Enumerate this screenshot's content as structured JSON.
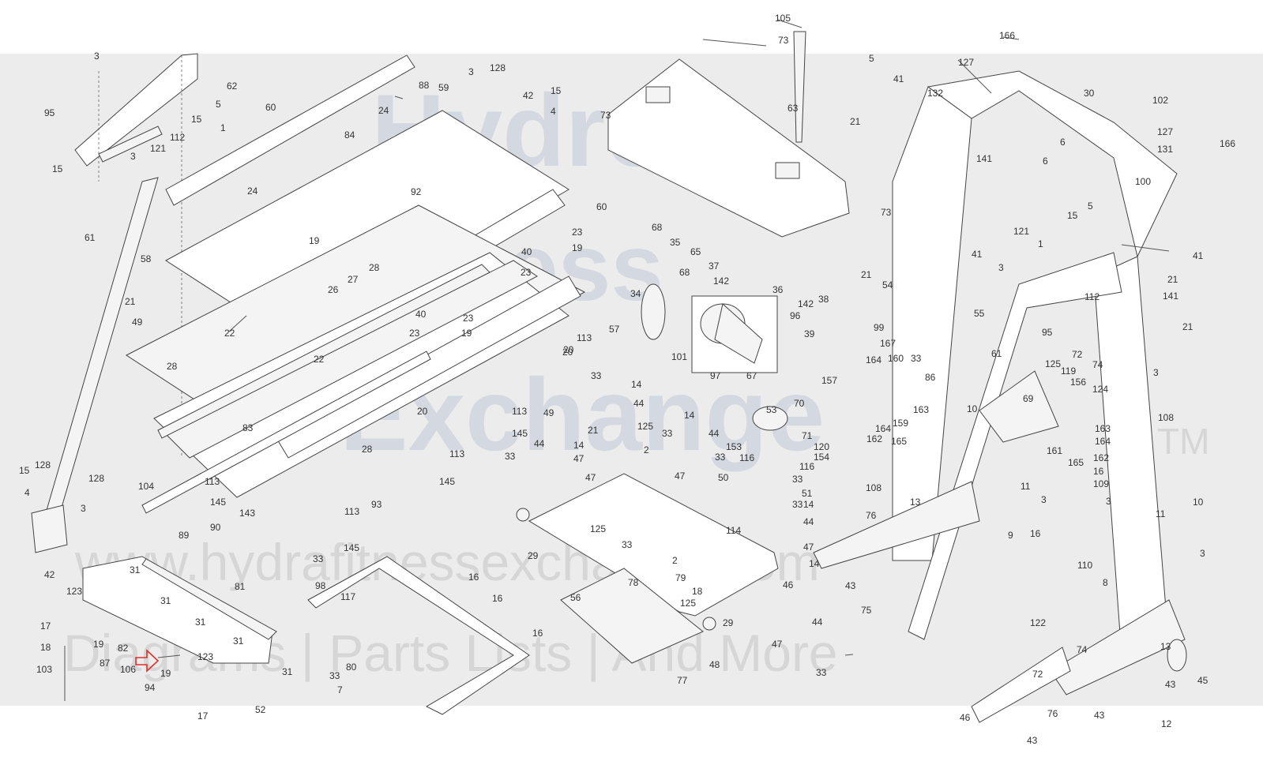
{
  "watermark": {
    "logo_line1": "Hydro",
    "logo_line2": "Fitness",
    "logo_line3": "Exchange",
    "trademark": "TM",
    "url": "www.hydrafitnessexchange.com",
    "tagline": "Diagrams | Parts Lists | And More"
  },
  "highlight": {
    "color": "#e0302a",
    "icon": "arrow-right-icon"
  },
  "callouts": [
    {
      "id": "c1",
      "text": "3"
    },
    {
      "id": "c2",
      "text": "62"
    },
    {
      "id": "c3",
      "text": "5"
    },
    {
      "id": "c4",
      "text": "95"
    },
    {
      "id": "c5",
      "text": "15"
    },
    {
      "id": "c6",
      "text": "1"
    },
    {
      "id": "c7",
      "text": "112"
    },
    {
      "id": "c8",
      "text": "121"
    },
    {
      "id": "c9",
      "text": "15"
    },
    {
      "id": "c10",
      "text": "3"
    },
    {
      "id": "c11",
      "text": "60"
    },
    {
      "id": "c12",
      "text": "84"
    },
    {
      "id": "c13",
      "text": "24"
    },
    {
      "id": "c14",
      "text": "88"
    },
    {
      "id": "c15",
      "text": "59"
    },
    {
      "id": "c16",
      "text": "3"
    },
    {
      "id": "c17",
      "text": "128"
    },
    {
      "id": "c18",
      "text": "42"
    },
    {
      "id": "c19",
      "text": "15"
    },
    {
      "id": "c20",
      "text": "4"
    },
    {
      "id": "c21",
      "text": "24"
    },
    {
      "id": "c22",
      "text": "92"
    },
    {
      "id": "c23",
      "text": "60"
    },
    {
      "id": "c24",
      "text": "61"
    },
    {
      "id": "c25",
      "text": "58"
    },
    {
      "id": "c26",
      "text": "19"
    },
    {
      "id": "c27",
      "text": "28"
    },
    {
      "id": "c28",
      "text": "27"
    },
    {
      "id": "c29",
      "text": "26"
    },
    {
      "id": "c30",
      "text": "23"
    },
    {
      "id": "c31",
      "text": "40"
    },
    {
      "id": "c32",
      "text": "19"
    },
    {
      "id": "c33",
      "text": "23"
    },
    {
      "id": "c34",
      "text": "21"
    },
    {
      "id": "c35",
      "text": "49"
    },
    {
      "id": "c36",
      "text": "22"
    },
    {
      "id": "c37",
      "text": "40"
    },
    {
      "id": "c38",
      "text": "23"
    },
    {
      "id": "c39",
      "text": "23"
    },
    {
      "id": "c40",
      "text": "19"
    },
    {
      "id": "c41",
      "text": "28"
    },
    {
      "id": "c42",
      "text": "22"
    },
    {
      "id": "c43",
      "text": "20"
    },
    {
      "id": "c44",
      "text": "83"
    },
    {
      "id": "c45",
      "text": "20"
    },
    {
      "id": "c46",
      "text": "28"
    },
    {
      "id": "c47",
      "text": "93"
    },
    {
      "id": "c48",
      "text": "15"
    },
    {
      "id": "c49",
      "text": "128"
    },
    {
      "id": "c50",
      "text": "128"
    },
    {
      "id": "c51",
      "text": "4"
    },
    {
      "id": "c52",
      "text": "3"
    },
    {
      "id": "c53",
      "text": "104"
    },
    {
      "id": "c54",
      "text": "113"
    },
    {
      "id": "c55",
      "text": "145"
    },
    {
      "id": "c56",
      "text": "143"
    },
    {
      "id": "c57",
      "text": "113"
    },
    {
      "id": "c58",
      "text": "145"
    },
    {
      "id": "c59",
      "text": "113"
    },
    {
      "id": "c60",
      "text": "145"
    },
    {
      "id": "c61",
      "text": "42"
    },
    {
      "id": "c62",
      "text": "89"
    },
    {
      "id": "c63",
      "text": "90"
    },
    {
      "id": "c64",
      "text": "33"
    },
    {
      "id": "c65",
      "text": "98"
    },
    {
      "id": "c66",
      "text": "117"
    },
    {
      "id": "c67",
      "text": "31"
    },
    {
      "id": "c68",
      "text": "81"
    },
    {
      "id": "c69",
      "text": "123"
    },
    {
      "id": "c70",
      "text": "31"
    },
    {
      "id": "c71",
      "text": "17"
    },
    {
      "id": "c72",
      "text": "18"
    },
    {
      "id": "c73",
      "text": "19"
    },
    {
      "id": "c74",
      "text": "82"
    },
    {
      "id": "c75",
      "text": "31"
    },
    {
      "id": "c76",
      "text": "87"
    },
    {
      "id": "c77",
      "text": "103"
    },
    {
      "id": "c78",
      "text": "106"
    },
    {
      "id": "c79",
      "text": "19"
    },
    {
      "id": "c80",
      "text": "94"
    },
    {
      "id": "c81",
      "text": "123"
    },
    {
      "id": "c82",
      "text": "31"
    },
    {
      "id": "c83",
      "text": "31"
    },
    {
      "id": "c84",
      "text": "17"
    },
    {
      "id": "c85",
      "text": "52"
    },
    {
      "id": "c86",
      "text": "33"
    },
    {
      "id": "c87",
      "text": "7"
    },
    {
      "id": "c88",
      "text": "80"
    },
    {
      "id": "c89",
      "text": "16"
    },
    {
      "id": "c90",
      "text": "16"
    },
    {
      "id": "c91",
      "text": "16"
    },
    {
      "id": "c92",
      "text": "105"
    },
    {
      "id": "c93",
      "text": "73"
    },
    {
      "id": "c94",
      "text": "73"
    },
    {
      "id": "c95",
      "text": "63"
    },
    {
      "id": "c96",
      "text": "68"
    },
    {
      "id": "c97",
      "text": "35"
    },
    {
      "id": "c98",
      "text": "65"
    },
    {
      "id": "c99",
      "text": "37"
    },
    {
      "id": "c100",
      "text": "142"
    },
    {
      "id": "c101",
      "text": "36"
    },
    {
      "id": "c102",
      "text": "142"
    },
    {
      "id": "c103",
      "text": "38"
    },
    {
      "id": "c104",
      "text": "68"
    },
    {
      "id": "c105",
      "text": "96"
    },
    {
      "id": "c106",
      "text": "97"
    },
    {
      "id": "c107",
      "text": "67"
    },
    {
      "id": "c108",
      "text": "39"
    },
    {
      "id": "c109",
      "text": "34"
    },
    {
      "id": "c110",
      "text": "57"
    },
    {
      "id": "c111",
      "text": "113"
    },
    {
      "id": "c112",
      "text": "20"
    },
    {
      "id": "c113",
      "text": "101"
    },
    {
      "id": "c114",
      "text": "157"
    },
    {
      "id": "c115",
      "text": "33"
    },
    {
      "id": "c116",
      "text": "14"
    },
    {
      "id": "c117",
      "text": "44"
    },
    {
      "id": "c118",
      "text": "49"
    },
    {
      "id": "c119",
      "text": "113"
    },
    {
      "id": "c120",
      "text": "145"
    },
    {
      "id": "c121",
      "text": "21"
    },
    {
      "id": "c122",
      "text": "125"
    },
    {
      "id": "c123",
      "text": "2"
    },
    {
      "id": "c124",
      "text": "47"
    },
    {
      "id": "c125",
      "text": "44"
    },
    {
      "id": "c126",
      "text": "14"
    },
    {
      "id": "c127",
      "text": "33"
    },
    {
      "id": "c128",
      "text": "47"
    },
    {
      "id": "c129",
      "text": "53"
    },
    {
      "id": "c130",
      "text": "70"
    },
    {
      "id": "c131",
      "text": "71"
    },
    {
      "id": "c132",
      "text": "14"
    },
    {
      "id": "c133",
      "text": "33"
    },
    {
      "id": "c134",
      "text": "44"
    },
    {
      "id": "c135",
      "text": "153"
    },
    {
      "id": "c136",
      "text": "116"
    },
    {
      "id": "c137",
      "text": "120"
    },
    {
      "id": "c138",
      "text": "154"
    },
    {
      "id": "c139",
      "text": "116"
    },
    {
      "id": "c140",
      "text": "33"
    },
    {
      "id": "c141",
      "text": "33"
    },
    {
      "id": "c142",
      "text": "50"
    },
    {
      "id": "c143",
      "text": "51"
    },
    {
      "id": "c144",
      "text": "47"
    },
    {
      "id": "c145",
      "text": "29"
    },
    {
      "id": "c146",
      "text": "125"
    },
    {
      "id": "c147",
      "text": "14"
    },
    {
      "id": "c148",
      "text": "33"
    },
    {
      "id": "c149",
      "text": "44"
    },
    {
      "id": "c150",
      "text": "114"
    },
    {
      "id": "c151",
      "text": "47"
    },
    {
      "id": "c152",
      "text": "33"
    },
    {
      "id": "c153",
      "text": "2"
    },
    {
      "id": "c154",
      "text": "79"
    },
    {
      "id": "c155",
      "text": "14"
    },
    {
      "id": "c156",
      "text": "46"
    },
    {
      "id": "c157",
      "text": "78"
    },
    {
      "id": "c158",
      "text": "18"
    },
    {
      "id": "c159",
      "text": "125"
    },
    {
      "id": "c160",
      "text": "56"
    },
    {
      "id": "c161",
      "text": "29"
    },
    {
      "id": "c162",
      "text": "44"
    },
    {
      "id": "c163",
      "text": "47"
    },
    {
      "id": "c164",
      "text": "33"
    },
    {
      "id": "c165",
      "text": "48"
    },
    {
      "id": "c166",
      "text": "77"
    },
    {
      "id": "c167",
      "text": "5"
    },
    {
      "id": "c168",
      "text": "41"
    },
    {
      "id": "c169",
      "text": "21"
    },
    {
      "id": "c170",
      "text": "132"
    },
    {
      "id": "c171",
      "text": "127"
    },
    {
      "id": "c172",
      "text": "166"
    },
    {
      "id": "c173",
      "text": "30"
    },
    {
      "id": "c174",
      "text": "102"
    },
    {
      "id": "c175",
      "text": "127"
    },
    {
      "id": "c176",
      "text": "131"
    },
    {
      "id": "c177",
      "text": "6"
    },
    {
      "id": "c178",
      "text": "6"
    },
    {
      "id": "c179",
      "text": "141"
    },
    {
      "id": "c180",
      "text": "166"
    },
    {
      "id": "c181",
      "text": "100"
    },
    {
      "id": "c182",
      "text": "73"
    },
    {
      "id": "c183",
      "text": "21"
    },
    {
      "id": "c184",
      "text": "54"
    },
    {
      "id": "c185",
      "text": "41"
    },
    {
      "id": "c186",
      "text": "5"
    },
    {
      "id": "c187",
      "text": "15"
    },
    {
      "id": "c188",
      "text": "121"
    },
    {
      "id": "c189",
      "text": "1"
    },
    {
      "id": "c190",
      "text": "3"
    },
    {
      "id": "c191",
      "text": "41"
    },
    {
      "id": "c192",
      "text": "21"
    },
    {
      "id": "c193",
      "text": "141"
    },
    {
      "id": "c194",
      "text": "112"
    },
    {
      "id": "c195",
      "text": "95"
    },
    {
      "id": "c196",
      "text": "21"
    },
    {
      "id": "c197",
      "text": "55"
    },
    {
      "id": "c198",
      "text": "99"
    },
    {
      "id": "c199",
      "text": "72"
    },
    {
      "id": "c200",
      "text": "74"
    },
    {
      "id": "c201",
      "text": "3"
    },
    {
      "id": "c202",
      "text": "86"
    },
    {
      "id": "c203",
      "text": "61"
    },
    {
      "id": "c204",
      "text": "167"
    },
    {
      "id": "c205",
      "text": "164"
    },
    {
      "id": "c206",
      "text": "160"
    },
    {
      "id": "c207",
      "text": "33"
    },
    {
      "id": "c208",
      "text": "163"
    },
    {
      "id": "c209",
      "text": "159"
    },
    {
      "id": "c210",
      "text": "162"
    },
    {
      "id": "c211",
      "text": "164"
    },
    {
      "id": "c212",
      "text": "165"
    },
    {
      "id": "c213",
      "text": "125"
    },
    {
      "id": "c214",
      "text": "119"
    },
    {
      "id": "c215",
      "text": "156"
    },
    {
      "id": "c216",
      "text": "124"
    },
    {
      "id": "c217",
      "text": "69"
    },
    {
      "id": "c218",
      "text": "163"
    },
    {
      "id": "c219",
      "text": "164"
    },
    {
      "id": "c220",
      "text": "162"
    },
    {
      "id": "c221",
      "text": "161"
    },
    {
      "id": "c222",
      "text": "165"
    },
    {
      "id": "c223",
      "text": "16"
    },
    {
      "id": "c224",
      "text": "108"
    },
    {
      "id": "c225",
      "text": "108"
    },
    {
      "id": "c226",
      "text": "10"
    },
    {
      "id": "c227",
      "text": "11"
    },
    {
      "id": "c228",
      "text": "3"
    },
    {
      "id": "c229",
      "text": "109"
    },
    {
      "id": "c230",
      "text": "3"
    },
    {
      "id": "c231",
      "text": "11"
    },
    {
      "id": "c232",
      "text": "10"
    },
    {
      "id": "c233",
      "text": "3"
    },
    {
      "id": "c234",
      "text": "13"
    },
    {
      "id": "c235",
      "text": "76"
    },
    {
      "id": "c236",
      "text": "9"
    },
    {
      "id": "c237",
      "text": "16"
    },
    {
      "id": "c238",
      "text": "110"
    },
    {
      "id": "c239",
      "text": "8"
    },
    {
      "id": "c240",
      "text": "122"
    },
    {
      "id": "c241",
      "text": "43"
    },
    {
      "id": "c242",
      "text": "75"
    },
    {
      "id": "c243",
      "text": "72"
    },
    {
      "id": "c244",
      "text": "74"
    },
    {
      "id": "c245",
      "text": "13"
    },
    {
      "id": "c246",
      "text": "43"
    },
    {
      "id": "c247",
      "text": "45"
    },
    {
      "id": "c248",
      "text": "76"
    },
    {
      "id": "c249",
      "text": "43"
    },
    {
      "id": "c250",
      "text": "46"
    },
    {
      "id": "c251",
      "text": "43"
    },
    {
      "id": "c252",
      "text": "12"
    }
  ]
}
